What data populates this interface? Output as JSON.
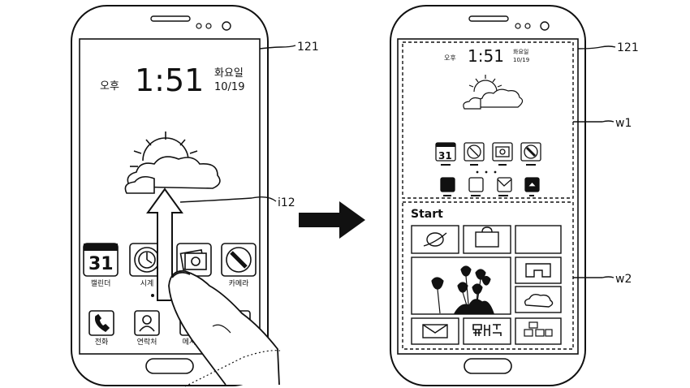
{
  "callouts": {
    "screen_left": "121",
    "screen_right": "121",
    "gesture": "i12",
    "window_top": "w1",
    "window_bottom": "w2"
  },
  "left_phone": {
    "ampm": "오후",
    "time": "1:51",
    "weekday": "화요일",
    "date": "10/19",
    "apps_row1": [
      {
        "icon": "calendar-icon",
        "label": "캘린더",
        "value": "31"
      },
      {
        "icon": "clock-icon",
        "label": "시계"
      },
      {
        "icon": "gallery-icon",
        "label": ""
      },
      {
        "icon": "camera-icon",
        "label": "카메라"
      }
    ],
    "apps_row2": [
      {
        "icon": "phone-icon",
        "label": "전화"
      },
      {
        "icon": "contacts-icon",
        "label": "연락처"
      },
      {
        "icon": "message-icon",
        "label": "메시지"
      },
      {
        "icon": "home-icon",
        "label": ""
      }
    ]
  },
  "right_phone": {
    "ampm": "오후",
    "time": "1:51",
    "weekday": "화요일",
    "date": "10/19",
    "calendar_value": "31",
    "start_label": "Start"
  }
}
